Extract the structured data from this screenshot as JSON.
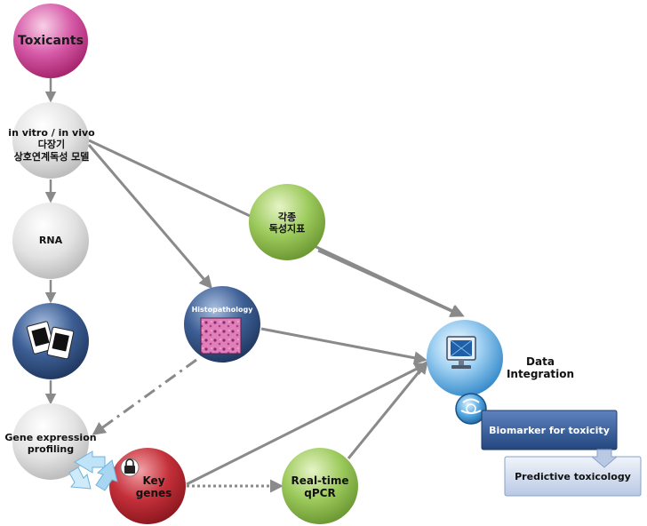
{
  "nodes": {
    "toxicants": "Toxicants",
    "model": "in vitro / in vivo\n다장기\n상호연계독성 모델",
    "rna": "RNA",
    "gene_expression": "Gene expression\nprofiling",
    "key_genes": "Key\ngenes",
    "realtime_qpcr": "Real-time\nqPCR",
    "histopathology": "Histopathology",
    "indicators": "각종\n독성지표",
    "data_integration": "Data Integration"
  },
  "boxes": {
    "biomarker": "Biomarker for toxicity",
    "predictive": "Predictive toxicology"
  },
  "icons": {
    "microarray": "microarray-slides-icon",
    "lock": "lock-icon",
    "recycle": "recycle-arrows-icon",
    "computer": "computer-monitor-icon",
    "globe": "globe-icon",
    "tissue": "tissue-image"
  },
  "colors": {
    "magenta": "#cc3d97",
    "gray": "#d8d8d8",
    "navy": "#2f4c7f",
    "green": "#8cbc4a",
    "red": "#b8202b",
    "blue": "#3d8fd0",
    "arrow": "#8a8a8a"
  }
}
